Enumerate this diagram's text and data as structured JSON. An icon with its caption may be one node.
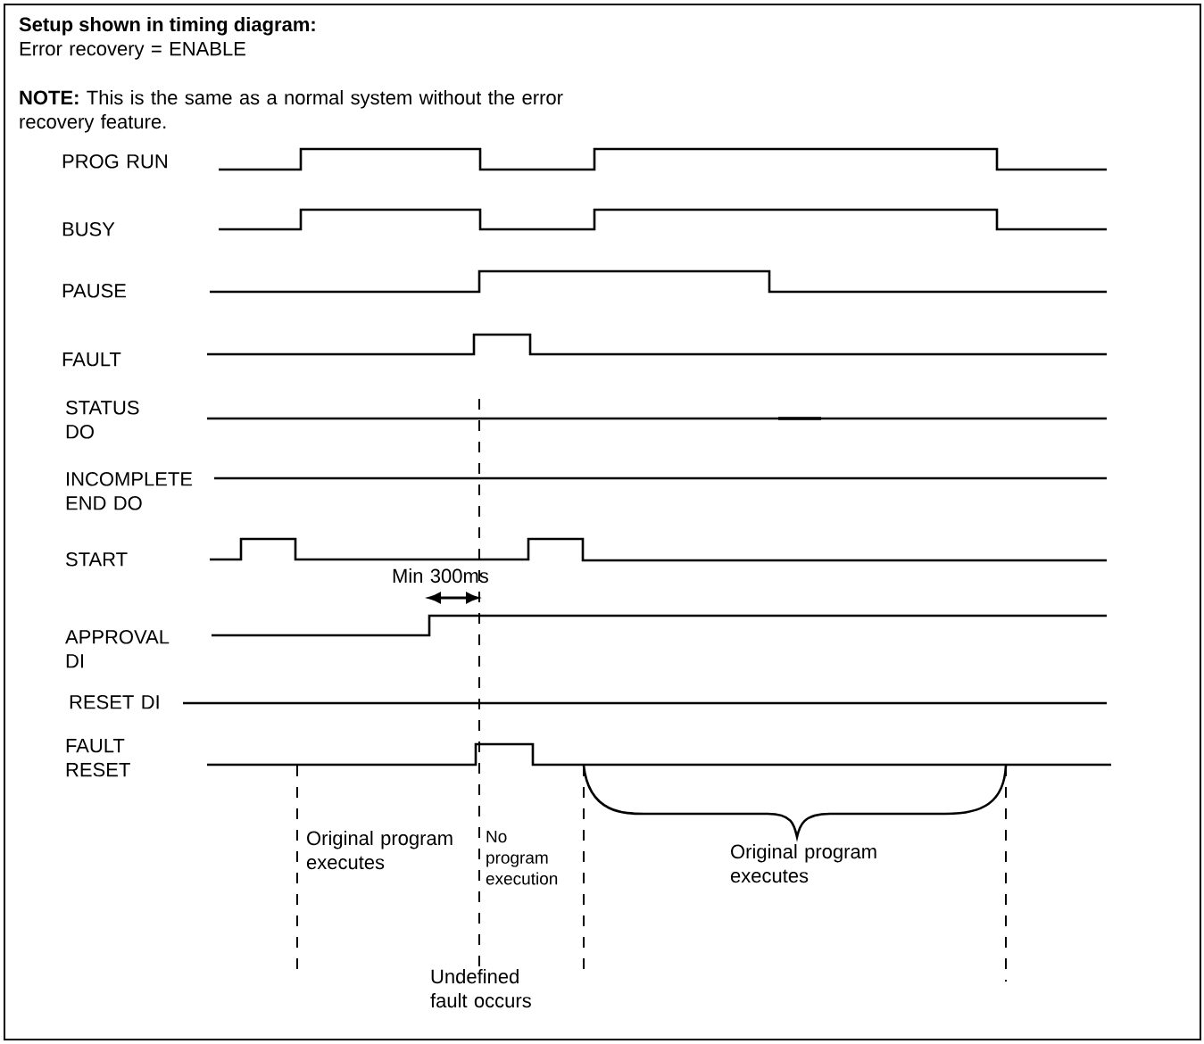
{
  "diagram": {
    "title": "Setup shown in timing diagram:",
    "labels": [
      "Error recovery = ENABLE",
      "**NOTE:** This is the same as a normal system without the error recovery feature.",
      "PROG RUN",
      "BUSY",
      "PAUSE",
      "FAULT",
      "STATUS DO",
      "INCOMPLETE END DO",
      "START",
      "Min 300ms",
      "APPROVAL DI",
      "RESET DI",
      "FAULT RESET",
      "Original program executes",
      "No program execution",
      "Original program executes",
      "Undefined fault occurs"
    ]
  }
}
